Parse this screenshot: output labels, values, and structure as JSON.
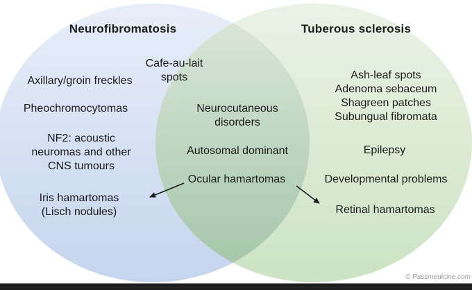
{
  "figure": {
    "type": "venn-diagram",
    "left_circle": {
      "title": "Neurofibromatosis",
      "items": {
        "freckles": "Axillary/groin freckles",
        "pheochromocytomas": "Pheochromocytomas",
        "nf2": "NF2: acoustic\nneuromas and other\nCNS tumours",
        "iris": "Iris hamartomas\n(Lisch nodules)",
        "cafe_au_lait": "Cafe-au-lait\nspots"
      }
    },
    "overlap": {
      "items": {
        "neurocutaneous": "Neurocutaneous\ndisorders",
        "autosomal": "Autosomal dominant",
        "ocular": "Ocular hamartomas"
      }
    },
    "right_circle": {
      "title": "Tuberous sclerosis",
      "items": {
        "skin_findings": "Ash-leaf spots\nAdenoma sebaceum\nShagreen patches\nSubungual fibromata",
        "epilepsy": "Epilepsy",
        "developmental": "Developmental problems",
        "retinal": "Retinal hamartomas"
      }
    },
    "watermark": "© Passmedicine.com"
  },
  "colors": {
    "left_circle_top": "#e8eef9",
    "left_circle_bottom": "#c5d5ee",
    "right_circle_top": "#eaf3e6",
    "right_circle_bottom": "#cde3c3",
    "overlap_top": "#dde8da",
    "overlap_bottom": "#a2c5a9",
    "text": "#1c1c1c",
    "arrow": "#1c1c1c",
    "bottom_bar": "#1f1f1f",
    "watermark_text": "#999999"
  }
}
